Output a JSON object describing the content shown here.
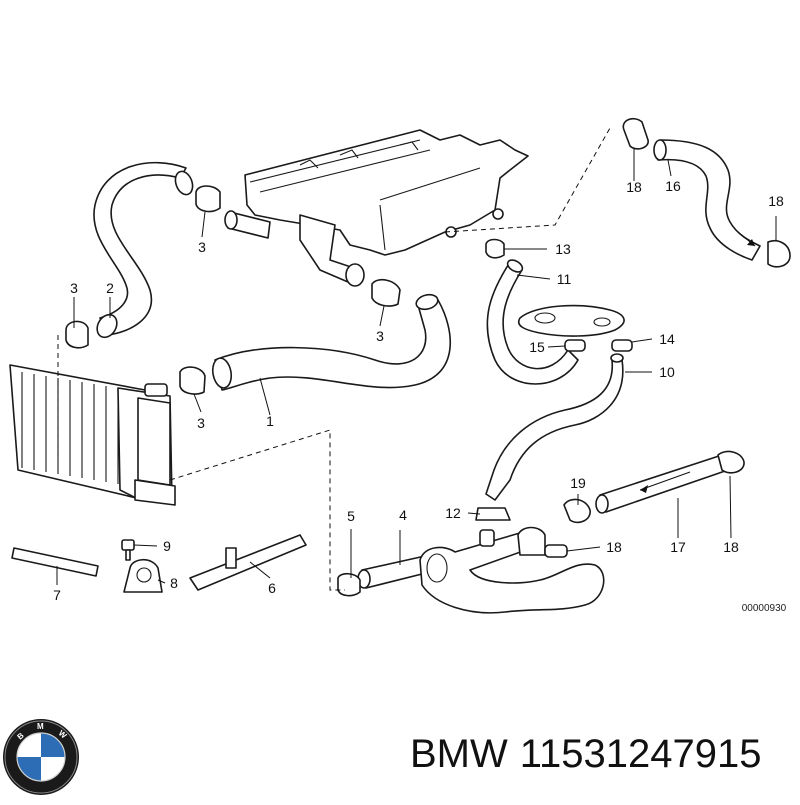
{
  "diagram": {
    "callouts": [
      "1",
      "2",
      "3",
      "3",
      "3",
      "3",
      "4",
      "5",
      "6",
      "7",
      "8",
      "9",
      "10",
      "11",
      "12",
      "13",
      "14",
      "15",
      "16",
      "17",
      "18",
      "18",
      "18",
      "18",
      "19"
    ],
    "reference_code": "00000930"
  },
  "footer": {
    "logo_letters": "BMW",
    "brand": "BMW",
    "part_number": "11531247915"
  }
}
